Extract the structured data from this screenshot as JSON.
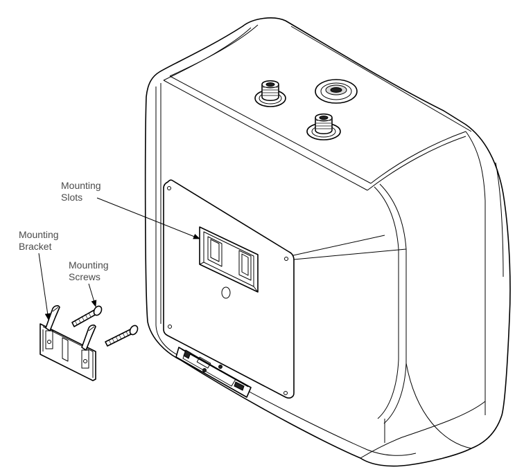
{
  "callouts": {
    "mounting_slots": {
      "line1": "Mounting",
      "line2": "Slots"
    },
    "mounting_bracket": {
      "line1": "Mounting",
      "line2": "Bracket"
    },
    "mounting_screws": {
      "line1": "Mounting",
      "line2": "Screws"
    }
  },
  "colors": {
    "line": "#000000",
    "label_text": "#4a4a4a",
    "background": "#ffffff"
  }
}
